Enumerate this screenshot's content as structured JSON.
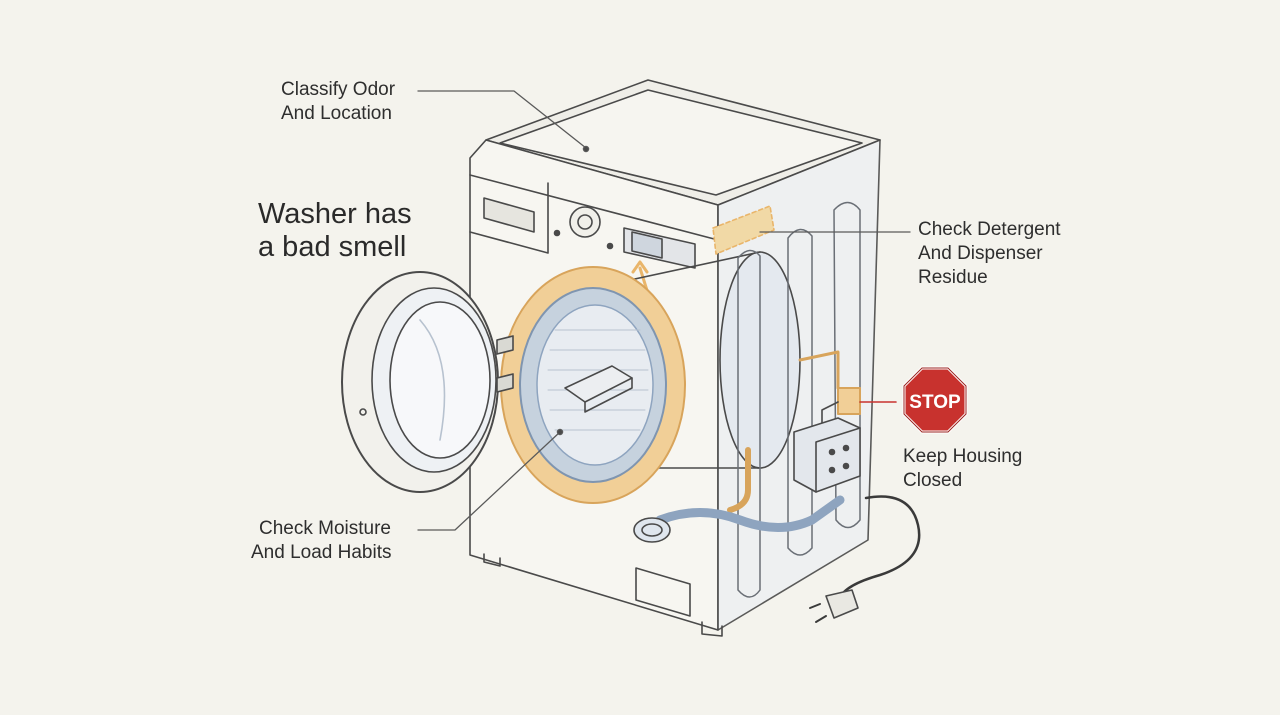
{
  "title": {
    "line1": "Washer has",
    "line2": "a bad smell"
  },
  "callouts": {
    "classify": {
      "line1": "Classify Odor",
      "line2": "And Location"
    },
    "detergent": {
      "line1": "Check Detergent",
      "line2": "And Dispenser",
      "line3": "Residue"
    },
    "moisture": {
      "line1": "Check Moisture",
      "line2": "And Load Habits"
    },
    "housing": {
      "line1": "Keep Housing",
      "line2": "Closed"
    }
  },
  "stop_sign": {
    "text": "STOP",
    "color": "#c8322e"
  },
  "colors": {
    "accent_orange": "#e9b56a",
    "gasket_blue": "#8ea4bf",
    "line": "#4a4a4a",
    "callout_line": "#5a5a5a"
  },
  "icons": [
    "washing-machine-icon",
    "stop-sign-icon",
    "power-plug-icon"
  ]
}
